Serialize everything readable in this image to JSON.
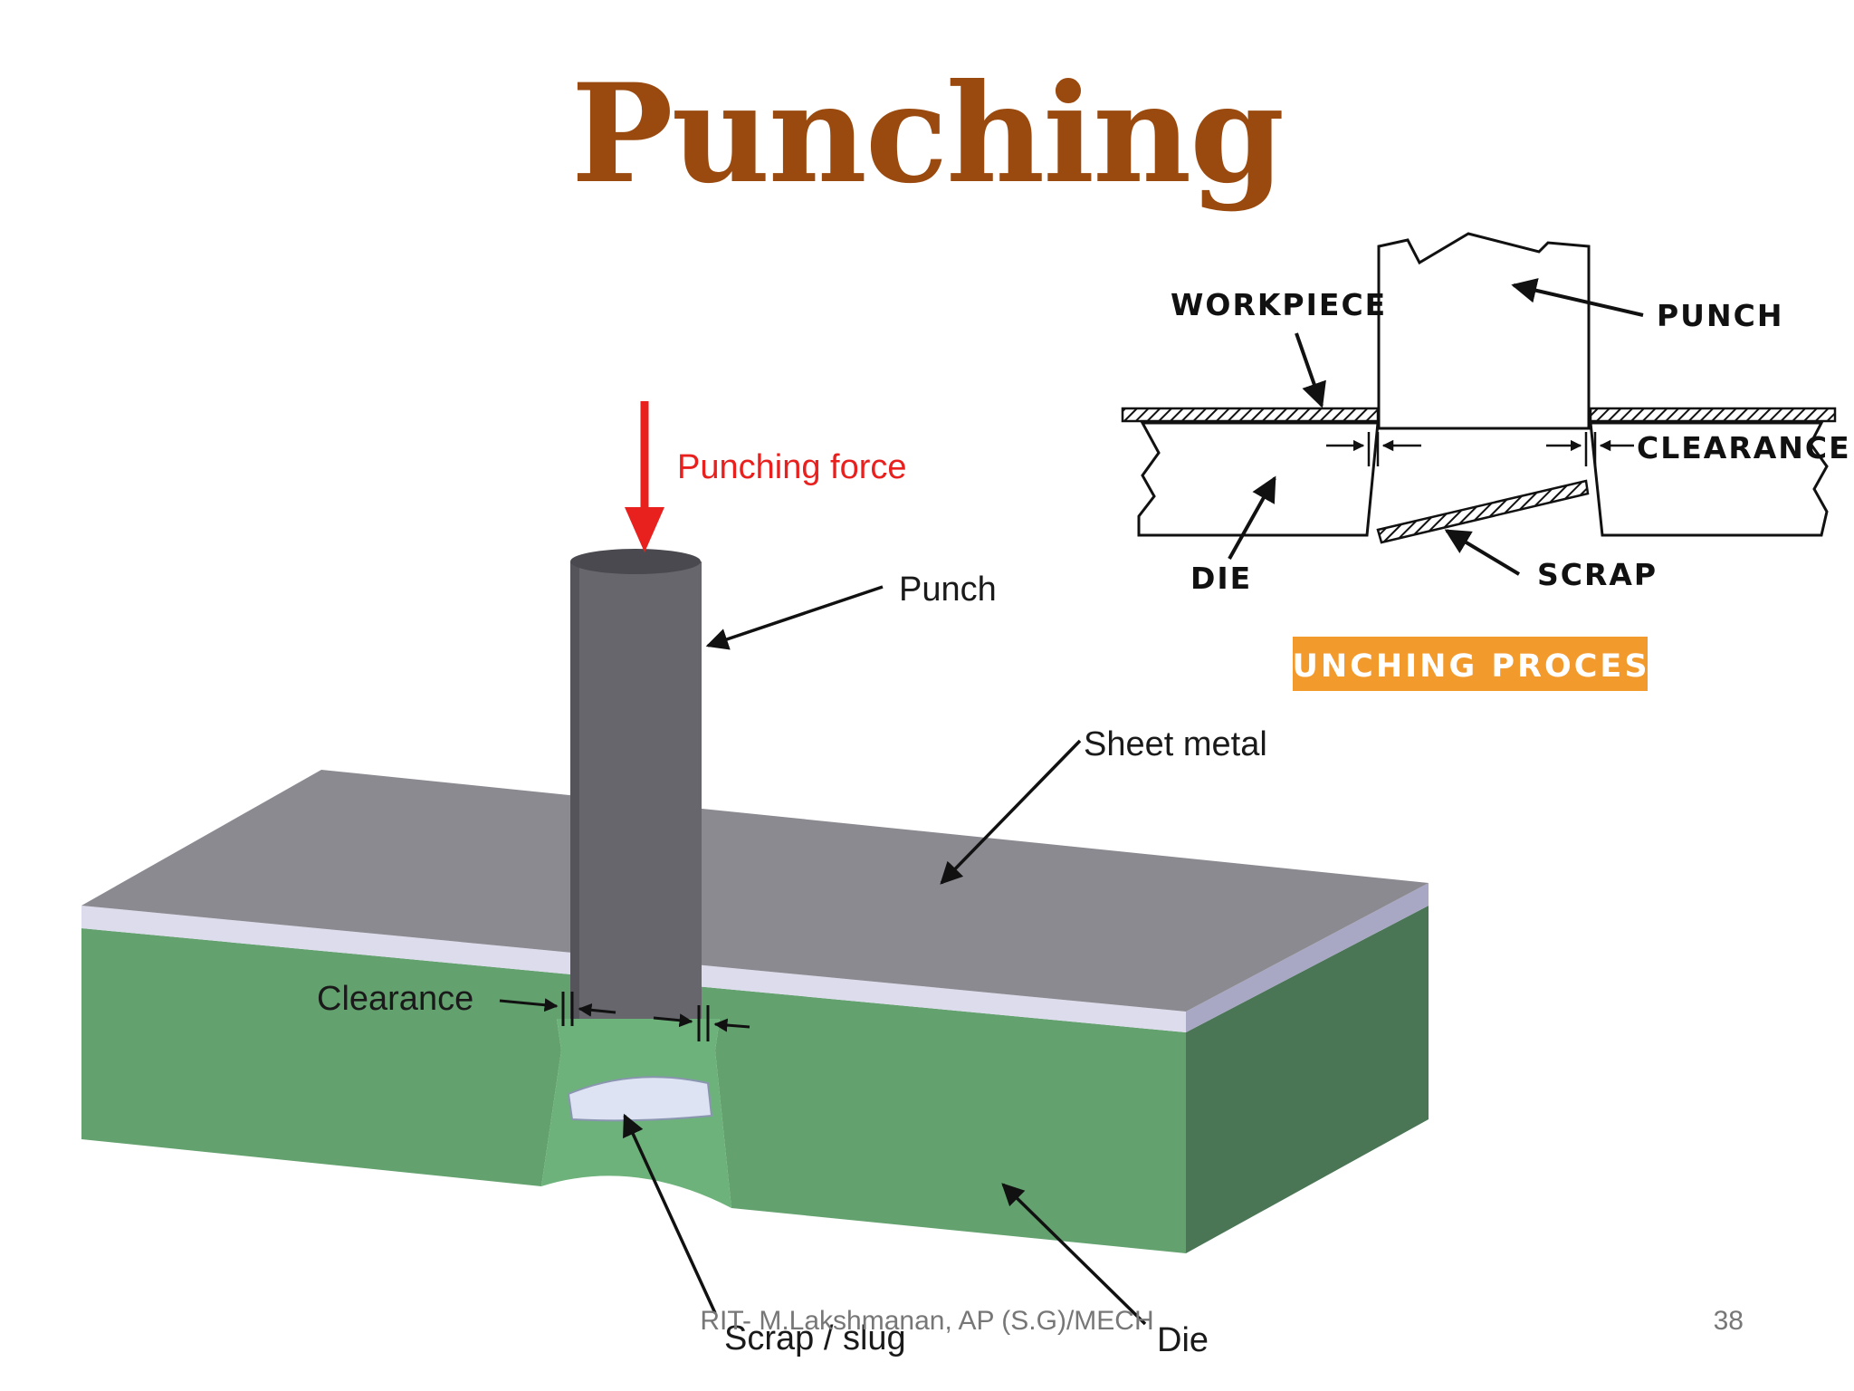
{
  "slide": {
    "title": "Punching",
    "footer": "RIT- M.Lakshmanan, AP (S.G)/MECH",
    "page_number": "38"
  },
  "diagram_3d": {
    "punching_force": "Punching force",
    "punch": "Punch",
    "sheet_metal": "Sheet metal",
    "clearance": "Clearance",
    "scrap_slug": "Scrap / slug",
    "die": "Die",
    "colors": {
      "force_arrow": "#e8201e",
      "punch": "#67666d",
      "sheet_top": "#8b8a91",
      "sheet_edge": "#dcdcec",
      "die_front": "#63a16e",
      "die_side": "#4a7656"
    }
  },
  "diagram_section": {
    "workpiece": "WORKPIECE",
    "punch": "PUNCH",
    "clearance": "CLEARANCE",
    "die": "DIE",
    "scrap": "SCRAP",
    "badge": "PUNCHING PROCESS",
    "badge_color": "#f39a2d"
  }
}
